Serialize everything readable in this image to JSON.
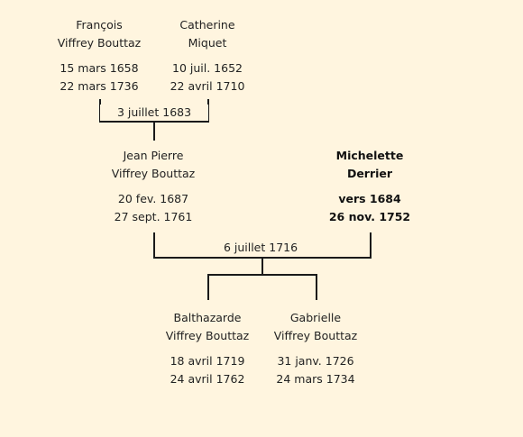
{
  "people": {
    "francois": {
      "first": "François",
      "last": "Viffrey Bouttaz",
      "birth": "15 mars 1658",
      "death": "22 mars 1736"
    },
    "catherine": {
      "first": "Catherine",
      "last": "Miquet",
      "birth": "10 juil. 1652",
      "death": "22 avril 1710"
    },
    "jean_pierre": {
      "first": "Jean Pierre",
      "last": "Viffrey Bouttaz",
      "birth": "20 fev. 1687",
      "death": "27 sept. 1761"
    },
    "michelette": {
      "first": "Michelette",
      "last": "Derrier",
      "birth": "vers 1684",
      "death": "26 nov. 1752"
    },
    "balthazarde": {
      "first": "Balthazarde",
      "last": "Viffrey Bouttaz",
      "birth": "18 avril 1719",
      "death": "24 avril 1762"
    },
    "gabrielle": {
      "first": "Gabrielle",
      "last": "Viffrey Bouttaz",
      "birth": "31 janv. 1726",
      "death": "24 mars 1734"
    }
  },
  "marriages": {
    "first": "3 juillet 1683",
    "second": "6 juillet 1716"
  },
  "colors": {
    "background": "#fff5df",
    "lines": "#1a1a1a"
  }
}
